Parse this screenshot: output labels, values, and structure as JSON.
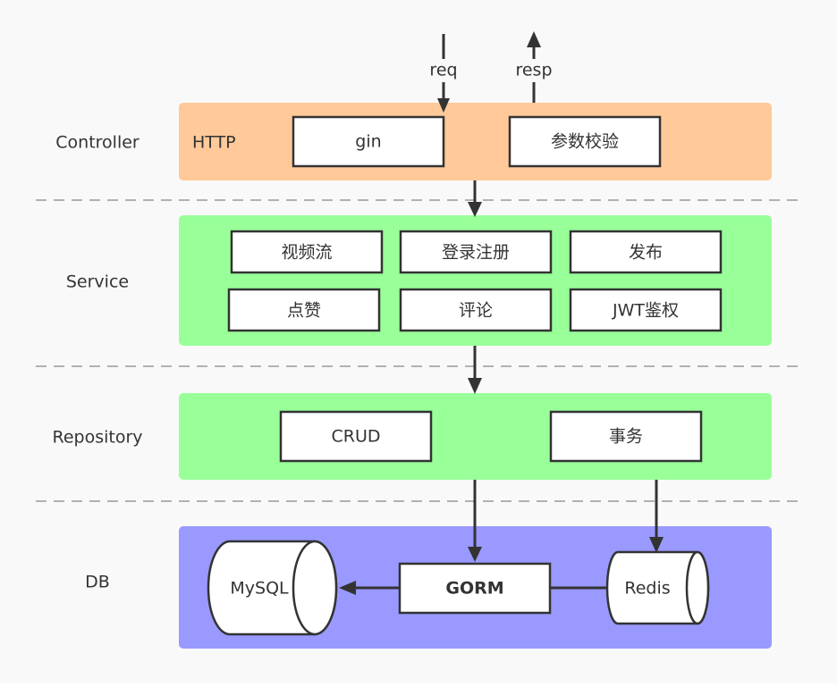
{
  "layers": {
    "controller": "Controller",
    "service": "Service",
    "repository": "Repository",
    "db": "DB"
  },
  "controller": {
    "http_label": "HTTP",
    "gin": "gin",
    "validation": "参数校验"
  },
  "io": {
    "req": "req",
    "resp": "resp"
  },
  "service": {
    "video_feed": "视频流",
    "login_register": "登录注册",
    "publish": "发布",
    "like": "点赞",
    "comment": "评论",
    "jwt_auth": "JWT鉴权"
  },
  "repository": {
    "crud": "CRUD",
    "transaction": "事务"
  },
  "db": {
    "mysql": "MySQL",
    "gorm": "GORM",
    "redis": "Redis"
  },
  "colors": {
    "controller_band": "#ffc999",
    "service_band": "#99ff99",
    "repository_band": "#99ff99",
    "db_band": "#9999ff"
  }
}
